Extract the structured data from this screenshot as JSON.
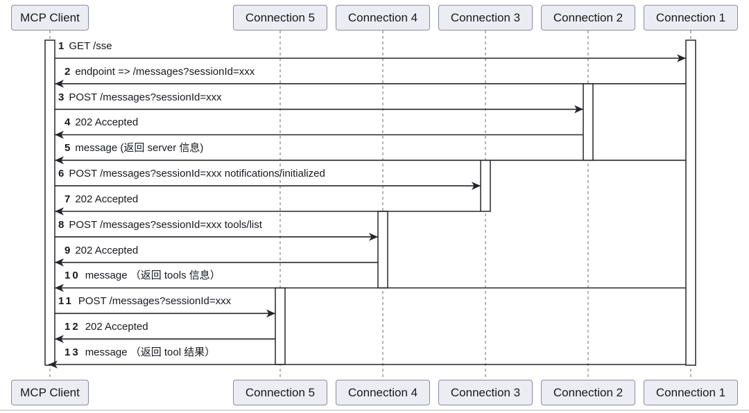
{
  "diagram": {
    "type": "sequence-diagram",
    "participants": [
      {
        "id": "client",
        "label": "MCP Client"
      },
      {
        "id": "c5",
        "label": "Connection 5"
      },
      {
        "id": "c4",
        "label": "Connection 4"
      },
      {
        "id": "c3",
        "label": "Connection 3"
      },
      {
        "id": "c2",
        "label": "Connection 2"
      },
      {
        "id": "c1",
        "label": "Connection 1"
      }
    ],
    "messages": [
      {
        "num": "1",
        "text": "GET /sse",
        "from": "client",
        "to": "c1"
      },
      {
        "num": "2",
        "text": "endpoint => /messages?sessionId=xxx",
        "from": "c1",
        "to": "client"
      },
      {
        "num": "3",
        "text": "POST /messages?sessionId=xxx",
        "from": "client",
        "to": "c2"
      },
      {
        "num": "4",
        "text": "202 Accepted",
        "from": "c2",
        "to": "client"
      },
      {
        "num": "5",
        "text": "message (返回 server 信息)",
        "from": "c1",
        "to": "client"
      },
      {
        "num": "6",
        "text": "POST /messages?sessionId=xxx notifications/initialized",
        "from": "client",
        "to": "c3"
      },
      {
        "num": "7",
        "text": "202 Accepted",
        "from": "c3",
        "to": "client"
      },
      {
        "num": "8",
        "text": "POST /messages?sessionId=xxx tools/list",
        "from": "client",
        "to": "c4"
      },
      {
        "num": "9",
        "text": "202 Accepted",
        "from": "c4",
        "to": "client"
      },
      {
        "num": "10",
        "text": "message （返回 tools 信息）",
        "from": "c1",
        "to": "client"
      },
      {
        "num": "11",
        "text": "POST /messages?sessionId=xxx",
        "from": "client",
        "to": "c5"
      },
      {
        "num": "12",
        "text": "202 Accepted",
        "from": "c5",
        "to": "client"
      },
      {
        "num": "13",
        "text": "message （返回 tool 结果）",
        "from": "c1",
        "to": "client"
      }
    ],
    "activations": [
      {
        "participant": "client",
        "from_msg": 0,
        "to_msg": 14
      },
      {
        "participant": "c1",
        "from_msg": 0,
        "to_msg": 14
      },
      {
        "participant": "c2",
        "from_msg": 2,
        "to_msg": 5
      },
      {
        "participant": "c3",
        "from_msg": 5,
        "to_msg": 7
      },
      {
        "participant": "c4",
        "from_msg": 7,
        "to_msg": 10
      },
      {
        "participant": "c5",
        "from_msg": 10,
        "to_msg": 13
      }
    ]
  },
  "colors": {
    "actor_fill": "#ececf4",
    "actor_border": "#8b8b9d",
    "line": "#24262b",
    "lifeline": "#8c8c8c",
    "activation_fill": "#ffffff",
    "text": "#16181d",
    "bottom_rule": "#dadada"
  }
}
